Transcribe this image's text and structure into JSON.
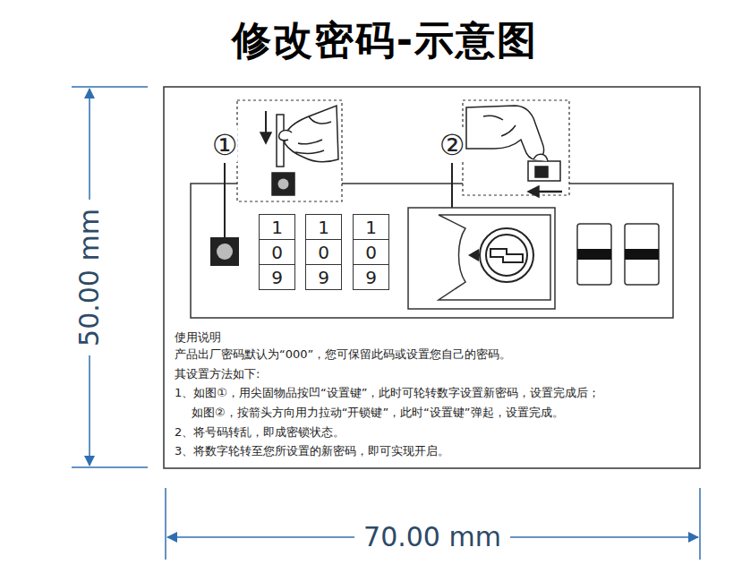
{
  "diagram": {
    "title": "修改密码-示意图",
    "nodes": [
      {
        "text": [
          "1"
        ]
      },
      {
        "text": [
          "1"
        ]
      },
      {
        "text": [
          "1"
        ]
      },
      {
        "text": [
          "0"
        ]
      },
      {
        "text": [
          "0"
        ]
      },
      {
        "text": [
          "0"
        ]
      },
      {
        "text": [
          "9"
        ]
      },
      {
        "text": [
          "9"
        ]
      },
      {
        "text": [
          "9"
        ]
      }
    ],
    "labels": [
      "①",
      "②",
      "使用说明",
      "产品出厂密码默认为“000”，您可保留此码或设置您自己的密码。",
      "其设置方法如下:",
      "1、如图①，用尖固物品按凹“设置键”，此时可轮转数字设置新密码，设置完成后；",
      "如图②，按箭头方向用力拉动“开锁键”，此时“设置键”弹起，设置完成。",
      "2、将号码转乱，即成密锁状态。",
      "3、将数字轮转至您所设置的新密码，即可实现开启。",
      "50.00 mm",
      "70.00 mm"
    ]
  }
}
